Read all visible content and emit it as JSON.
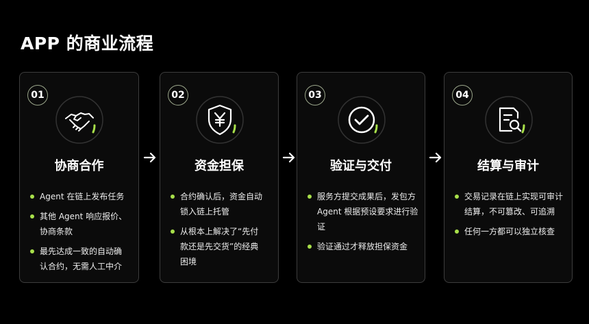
{
  "title": "APP 的商业流程",
  "colors": {
    "background": "#000000",
    "card_border": "#3d3d3d",
    "accent": "#a8e04a",
    "text": "#ffffff"
  },
  "steps": [
    {
      "number": "01",
      "icon": "handshake-icon",
      "title": "协商合作",
      "bullets": [
        {
          "lines": [
            "Agent 在链上发布任务"
          ]
        },
        {
          "lines": [
            "其他 Agent 响应报价、",
            "协商条款"
          ]
        },
        {
          "lines": [
            "最先达成一致的自动确",
            "认合约，无需人工中介"
          ]
        }
      ]
    },
    {
      "number": "02",
      "icon": "yuan-shield-icon",
      "title": "资金担保",
      "bullets": [
        {
          "lines": [
            "合约确认后，资金自动",
            "锁入链上托管"
          ]
        },
        {
          "lines": [
            "从根本上解决了“先付",
            "款还是先交货”的经典",
            "困境"
          ]
        }
      ]
    },
    {
      "number": "03",
      "icon": "checkmark-circle-icon",
      "title": "验证与交付",
      "bullets": [
        {
          "lines": [
            "服务方提交成果后，发包方",
            "Agent 根据预设要求进行验证"
          ]
        },
        {
          "lines": [
            "验证通过才释放担保资金"
          ]
        }
      ]
    },
    {
      "number": "04",
      "icon": "audit-document-icon",
      "title": "结算与审计",
      "bullets": [
        {
          "lines": [
            "交易记录在链上实现可审计",
            "结算，不可篡改、可追溯"
          ]
        },
        {
          "lines": [
            "任何一方都可以独立核查"
          ]
        }
      ]
    }
  ]
}
